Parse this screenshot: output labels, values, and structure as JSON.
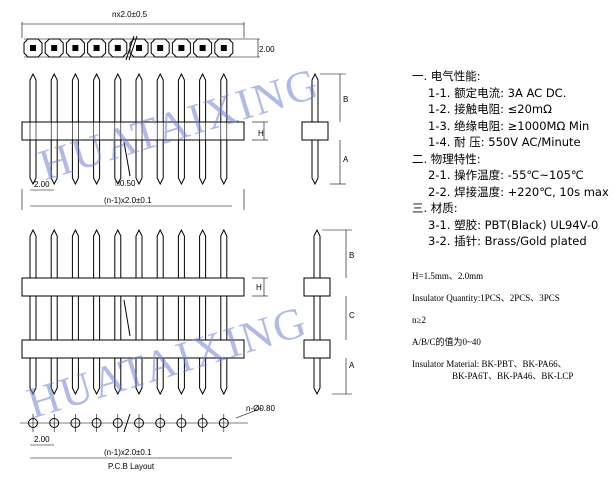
{
  "dimensions": {
    "top_width": "nx2.0±0.5",
    "body_height": "2.00",
    "pitch_top": "2.00",
    "pin_square": "□0.50",
    "overall_top": "(n-1)x2.0±0.1",
    "pitch_pcb": "2.00",
    "overall_pcb": "(n-1)x2.0±0.1",
    "hole": "n-Ø0.80",
    "label_a": "A",
    "label_b": "B",
    "label_c": "C",
    "label_h": "H"
  },
  "pcb_caption": "P.C.B Layout",
  "specs": [
    {
      "heading": "一. 电气性能:",
      "items": [
        {
          "key": "1-1. 额定电流:",
          "value": "3A AC DC."
        },
        {
          "key": "1-2. 接触电阻:",
          "value": "≤20mΩ"
        },
        {
          "key": "1-3. 绝缘电阻:",
          "value": "≥1000MΩ Min"
        },
        {
          "key": "1-4. 耐    压:",
          "value": "550V AC/Minute"
        }
      ]
    },
    {
      "heading": "二. 物理特性:",
      "items": [
        {
          "key": "2-1. 操作温度:",
          "value": "-55℃~105℃"
        },
        {
          "key": "2-2. 焊接温度:",
          "value": "+220℃, 10s max"
        }
      ]
    },
    {
      "heading": "三. 材质:",
      "items": [
        {
          "key": "3-1. 塑胶:",
          "value": "PBT(Black) UL94V-0"
        },
        {
          "key": "3-2. 插针:",
          "value": "Brass/Gold plated"
        }
      ]
    }
  ],
  "notes": {
    "h": "H=1.5mm、2.0mm",
    "quantity": "Insulator Quantity:1PCS、2PCS、3PCS",
    "n": "n≥2",
    "abc": "A/B/C的值为0~40",
    "material_1": "Insulator Material: BK-PBT、BK-PA66、",
    "material_2": "BK-PA6T、BK-PA46、BK-LCP"
  },
  "watermark": "HUATAIXING"
}
